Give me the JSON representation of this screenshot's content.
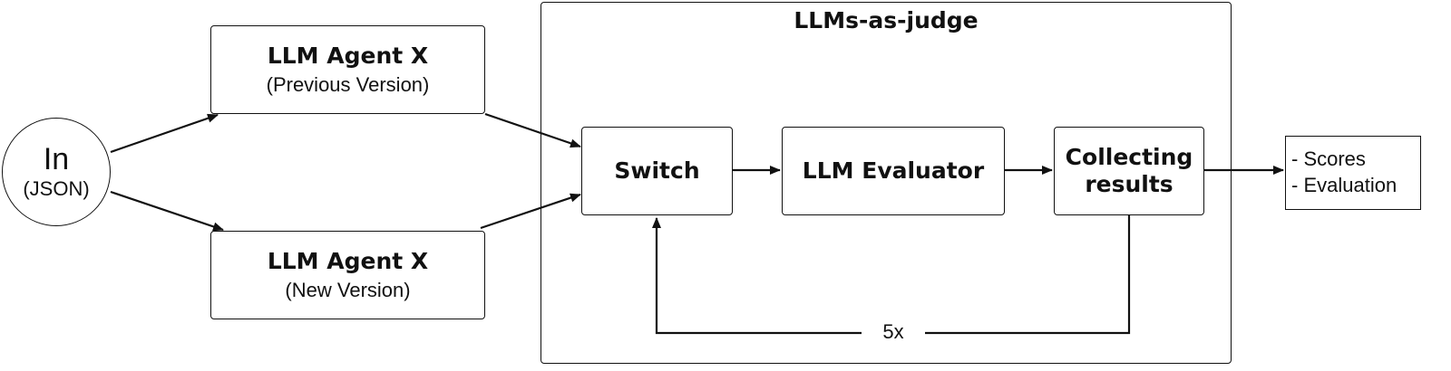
{
  "input": {
    "label": "In",
    "sublabel": "(JSON)"
  },
  "agent_previous": {
    "title": "LLM Agent X",
    "subtitle": "(Previous Version)"
  },
  "agent_new": {
    "title": "LLM Agent X",
    "subtitle": "(New Version)"
  },
  "judge": {
    "title": "LLMs-as-judge",
    "switch_label": "Switch",
    "evaluator_label": "LLM Evaluator",
    "collecting_label_1": "Collecting",
    "collecting_label_2": "results",
    "loop_label": "5x"
  },
  "output": {
    "items": [
      "- Scores",
      "- Evaluation"
    ]
  },
  "colors": {
    "stroke": "#111111",
    "background": "#ffffff"
  }
}
